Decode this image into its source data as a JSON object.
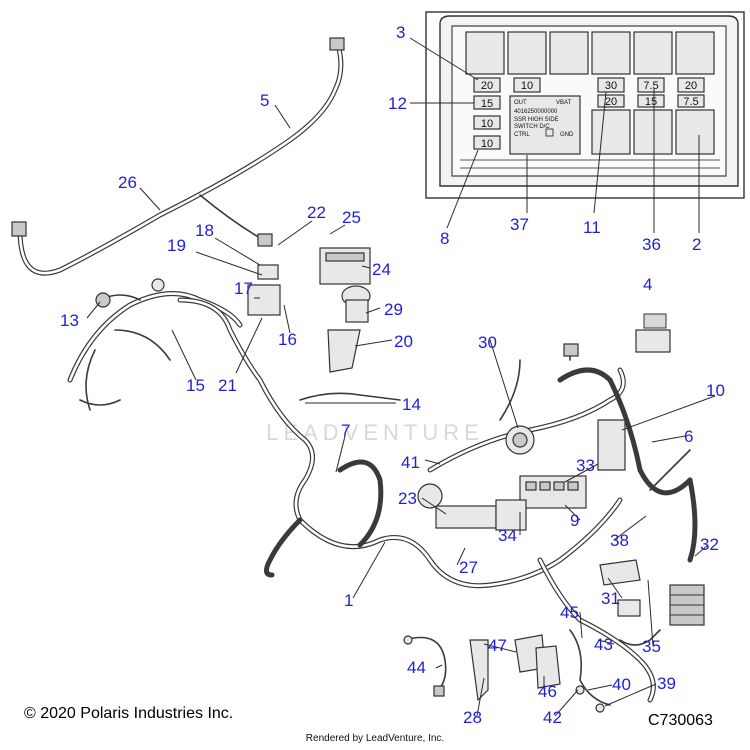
{
  "callouts": [
    {
      "id": "1",
      "label": "1"
    },
    {
      "id": "2",
      "label": "2"
    },
    {
      "id": "3",
      "label": "3"
    },
    {
      "id": "4",
      "label": "4"
    },
    {
      "id": "5",
      "label": "5"
    },
    {
      "id": "6",
      "label": "6"
    },
    {
      "id": "7",
      "label": "7"
    },
    {
      "id": "8",
      "label": "8"
    },
    {
      "id": "9",
      "label": "9"
    },
    {
      "id": "10",
      "label": "10"
    },
    {
      "id": "11",
      "label": "11"
    },
    {
      "id": "12",
      "label": "12"
    },
    {
      "id": "13",
      "label": "13"
    },
    {
      "id": "14",
      "label": "14"
    },
    {
      "id": "15",
      "label": "15"
    },
    {
      "id": "16",
      "label": "16"
    },
    {
      "id": "17",
      "label": "17"
    },
    {
      "id": "18",
      "label": "18"
    },
    {
      "id": "19",
      "label": "19"
    },
    {
      "id": "20",
      "label": "20"
    },
    {
      "id": "21",
      "label": "21"
    },
    {
      "id": "22",
      "label": "22"
    },
    {
      "id": "23",
      "label": "23"
    },
    {
      "id": "24",
      "label": "24"
    },
    {
      "id": "25",
      "label": "25"
    },
    {
      "id": "26",
      "label": "26"
    },
    {
      "id": "27",
      "label": "27"
    },
    {
      "id": "28",
      "label": "28"
    },
    {
      "id": "29",
      "label": "29"
    },
    {
      "id": "30",
      "label": "30"
    },
    {
      "id": "31",
      "label": "31"
    },
    {
      "id": "32",
      "label": "32"
    },
    {
      "id": "33",
      "label": "33"
    },
    {
      "id": "34",
      "label": "34"
    },
    {
      "id": "35",
      "label": "35"
    },
    {
      "id": "36",
      "label": "36"
    },
    {
      "id": "37",
      "label": "37"
    },
    {
      "id": "38",
      "label": "38"
    },
    {
      "id": "39",
      "label": "39"
    },
    {
      "id": "40",
      "label": "40"
    },
    {
      "id": "41",
      "label": "41"
    },
    {
      "id": "42",
      "label": "42"
    },
    {
      "id": "43",
      "label": "43"
    },
    {
      "id": "44",
      "label": "44"
    },
    {
      "id": "45",
      "label": "45"
    },
    {
      "id": "46",
      "label": "46"
    },
    {
      "id": "47",
      "label": "47"
    }
  ],
  "fuse_box": {
    "fuses_top": [
      "20",
      "10",
      "30",
      "7.5",
      "20"
    ],
    "fuses_second": [
      "20",
      "15",
      "7.5"
    ],
    "fuse_left_2": "15",
    "fuse_left_3": "10",
    "fuse_left_4": "10",
    "relay_text": {
      "out": "OUT",
      "vbat": "VBAT",
      "part_no": "4016250000000",
      "line1": "SSR  HIGH  SIDE",
      "line2": "SWITCH    D/C",
      "ctrl": "CTRL",
      "gnd": "GND"
    }
  },
  "watermark": "LEADVENTURE",
  "footer": {
    "copyright": "© 2020 Polaris Industries Inc.",
    "drawing_id": "C730063",
    "rendered_by": "Rendered by LeadVenture, Inc."
  },
  "colors": {
    "callout": "#1f1fd8",
    "line": "#2a2a2a"
  }
}
